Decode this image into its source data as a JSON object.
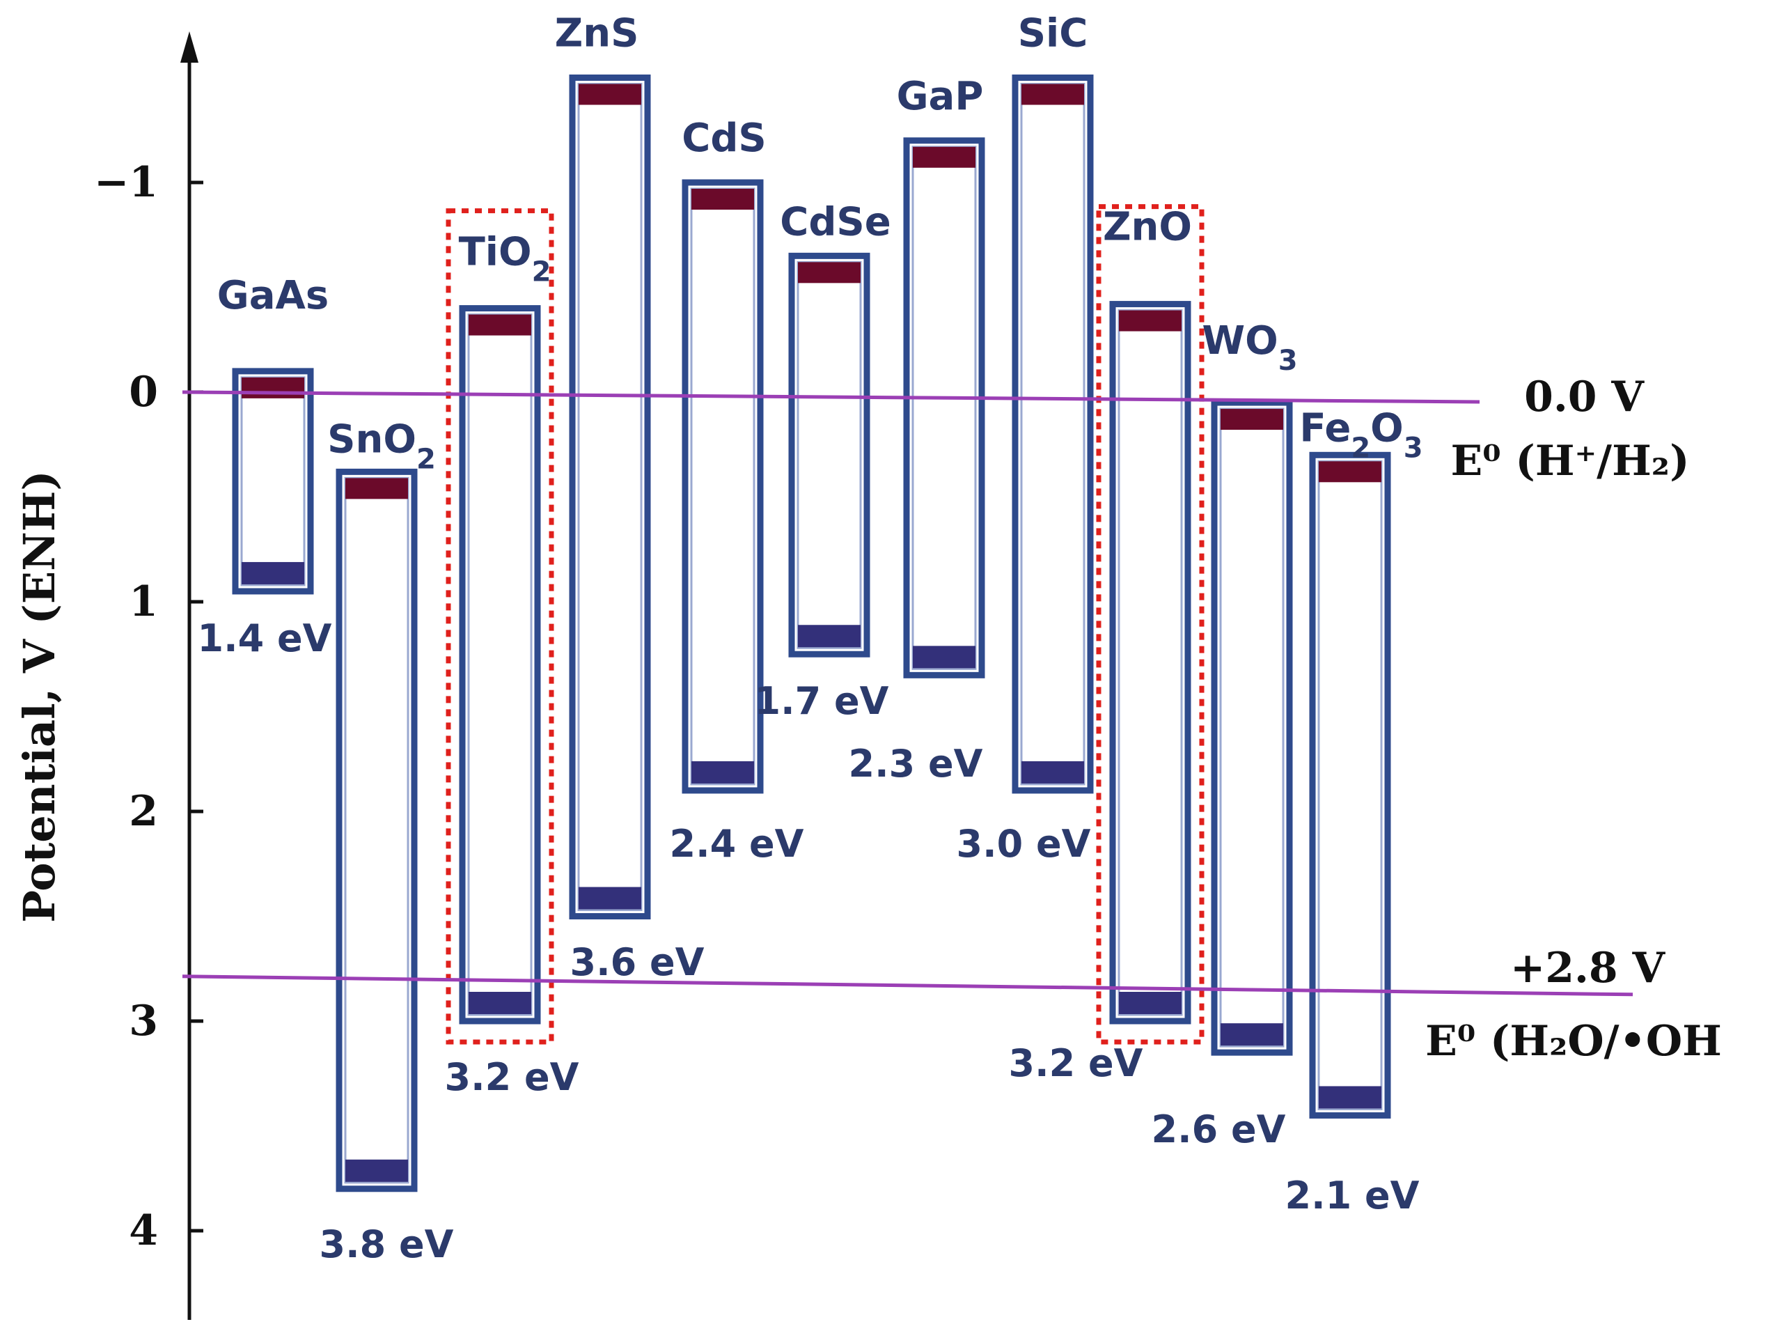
{
  "chart_data": {
    "type": "band-diagram",
    "ylabel": "Potential, V (ENH)",
    "y_axis_inverted": true,
    "ylim": [
      -1.7,
      4.3
    ],
    "y_ticks": [
      {
        "value": -1,
        "label": "−1"
      },
      {
        "value": 0,
        "label": "0"
      },
      {
        "value": 1,
        "label": "1"
      },
      {
        "value": 2,
        "label": "2"
      },
      {
        "value": 3,
        "label": "3"
      },
      {
        "value": 4,
        "label": "4"
      }
    ],
    "materials": [
      {
        "name": "GaAs",
        "sub": "",
        "cb": -0.1,
        "vb": 0.95,
        "gap_label": "1.4 eV",
        "highlight": false
      },
      {
        "name": "SnO",
        "sub": "2",
        "cb": 0.38,
        "vb": 3.8,
        "gap_label": "3.8 eV",
        "highlight": false
      },
      {
        "name": "TiO",
        "sub": "2",
        "cb": -0.4,
        "vb": 3.0,
        "gap_label": "3.2 eV",
        "highlight": true
      },
      {
        "name": "ZnS",
        "sub": "",
        "cb": -1.5,
        "vb": 2.5,
        "gap_label": "3.6 eV",
        "highlight": false
      },
      {
        "name": "CdS",
        "sub": "",
        "cb": -1.0,
        "vb": 1.9,
        "gap_label": "2.4 eV",
        "highlight": false
      },
      {
        "name": "CdSe",
        "sub": "",
        "cb": -0.65,
        "vb": 1.25,
        "gap_label": "1.7 eV",
        "highlight": false
      },
      {
        "name": "GaP",
        "sub": "",
        "cb": -1.2,
        "vb": 1.35,
        "gap_label": "2.3 eV",
        "highlight": false
      },
      {
        "name": "SiC",
        "sub": "",
        "cb": -1.5,
        "vb": 1.9,
        "gap_label": "3.0 eV",
        "highlight": false
      },
      {
        "name": "ZnO",
        "sub": "",
        "cb": -0.42,
        "vb": 3.0,
        "gap_label": "3.2 eV",
        "highlight": true
      },
      {
        "name": "WO",
        "sub": "3",
        "cb": 0.05,
        "vb": 3.15,
        "gap_label": "2.6 eV",
        "highlight": false
      },
      {
        "name": "Fe",
        "sub": "2",
        "name2": "O",
        "sub2": "3",
        "cb": 0.3,
        "vb": 3.45,
        "gap_label": "2.1 eV",
        "highlight": false
      }
    ],
    "reference_lines": [
      {
        "value": 0.0,
        "label": "0.0 V",
        "caption": "E⁰ (H⁺/H₂)"
      },
      {
        "value": 2.8,
        "label": "+2.8 V",
        "caption": "E⁰ (H₂O/•OH"
      }
    ],
    "colors": {
      "band_outline": "#2e4a8c",
      "cb_fill": "#6b0a2a",
      "vb_fill": "#33307a",
      "reference_line": "#9b3fb5",
      "highlight_box": "#e0201c"
    }
  }
}
